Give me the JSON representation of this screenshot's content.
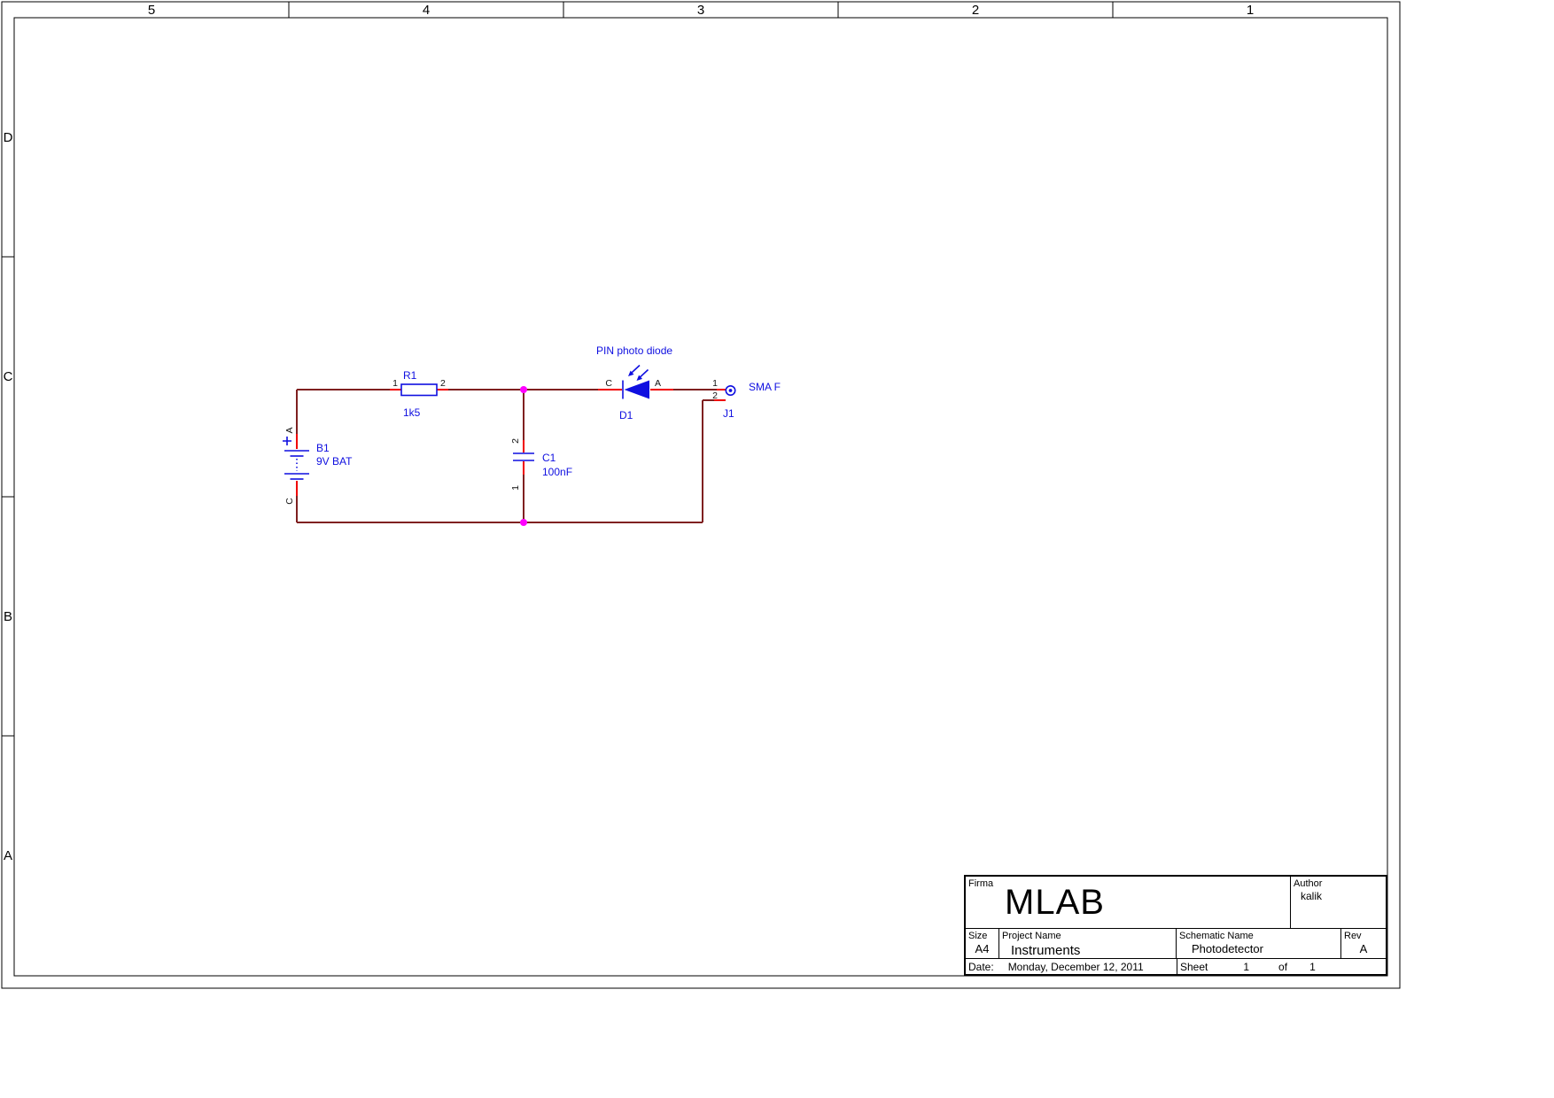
{
  "frame": {
    "columns": [
      "5",
      "4",
      "3",
      "2",
      "1"
    ],
    "rows": [
      "D",
      "C",
      "B",
      "A"
    ]
  },
  "schematic": {
    "battery": {
      "ref": "B1",
      "value": "9V BAT",
      "pin_top": "A",
      "pin_bottom": "C"
    },
    "resistor": {
      "ref": "R1",
      "value": "1k5",
      "pin1": "1",
      "pin2": "2"
    },
    "capacitor": {
      "ref": "C1",
      "value": "100nF",
      "pin_top": "2",
      "pin_bottom": "1"
    },
    "photodiode": {
      "ref": "D1",
      "note": "PIN photo diode",
      "pin_cathode": "C",
      "pin_anode": "A"
    },
    "connector": {
      "ref": "J1",
      "value": "SMA F",
      "pin1": "1",
      "pin2": "2"
    }
  },
  "title_block": {
    "firma_label": "Firma",
    "firma": "MLAB",
    "author_label": "Author",
    "author": "kalik",
    "size_label": "Size",
    "size": "A4",
    "project_label": "Project Name",
    "project": "Instruments",
    "schematic_label": "Schematic Name",
    "schematic": "Photodetector",
    "rev_label": "Rev",
    "rev": "A",
    "date_label": "Date:",
    "date": "Monday, December 12, 2011",
    "sheet_label": "Sheet",
    "sheet_number": "1",
    "of_label": "of",
    "sheet_total": "1"
  },
  "colors": {
    "wire": "#7f2020",
    "pin": "#f00000",
    "symbol": "#0f0fe0",
    "junction": "#ff00ff",
    "frame": "#000000"
  }
}
